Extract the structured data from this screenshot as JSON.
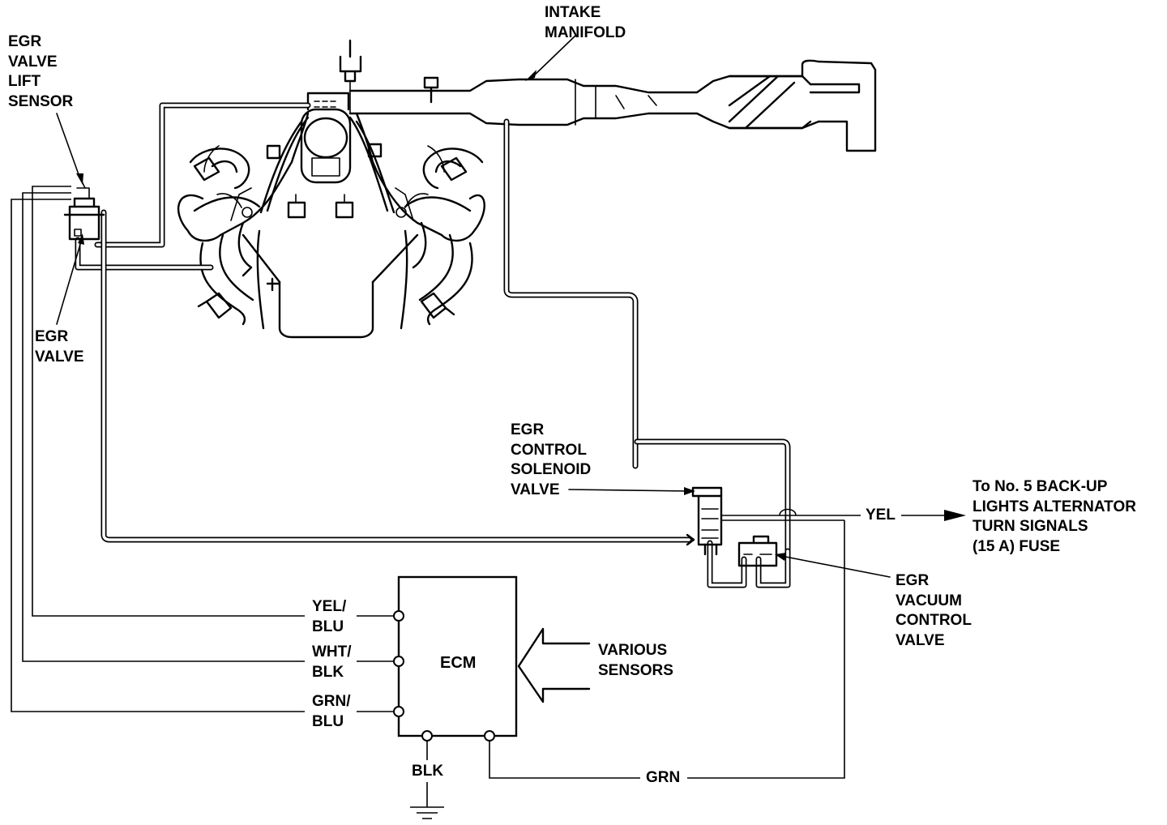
{
  "labels": {
    "intake_manifold": "INTAKE\nMANIFOLD",
    "egr_valve_lift_sensor": "EGR\nVALVE\nLIFT\nSENSOR",
    "egr_valve": "EGR\nVALVE",
    "egr_control_solenoid_valve": "EGR\nCONTROL\nSOLENOID\nVALVE",
    "egr_vacuum_control_valve": "EGR\nVACUUM\nCONTROL\nVALVE",
    "fuse_destination": "To No. 5 BACK-UP\nLIGHTS ALTERNATOR\nTURN SIGNALS\n(15 A) FUSE",
    "ecm": "ECM",
    "various_sensors": "VARIOUS\nSENSORS"
  },
  "wires": {
    "yel": "YEL",
    "yel_blu": "YEL/\nBLU",
    "wht_blk": "WHT/\nBLK",
    "grn_blu": "GRN/\nBLU",
    "blk": "BLK",
    "grn": "GRN"
  }
}
